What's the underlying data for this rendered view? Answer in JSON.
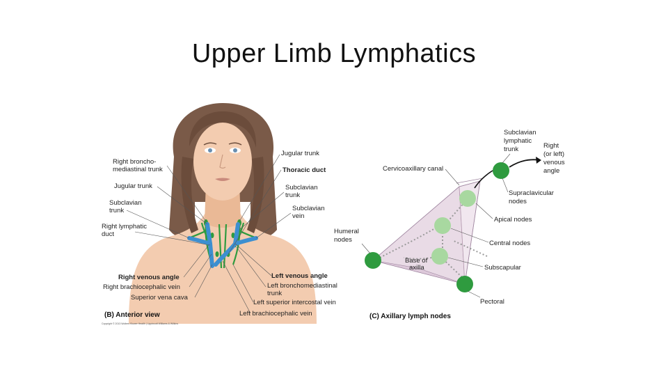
{
  "slide": {
    "title": "Upper Limb Lymphatics"
  },
  "panel_b": {
    "caption": "(B) Anterior view",
    "copyright": "Copyright © 2013 Wolters Kluwer Health | Lippincott Williams & Wilkins",
    "labels": {
      "right_broncho_1": "Right broncho-",
      "right_broncho_2": "mediastinal trunk",
      "jugular_trunk_right": "Jugular trunk",
      "subclavian_trunk_right_1": "Subclavian",
      "subclavian_trunk_right_2": "trunk",
      "right_lymphatic_duct_1": "Right lymphatic",
      "right_lymphatic_duct_2": "duct",
      "right_venous_angle": "Right venous angle",
      "right_brachiocephalic_vein": "Right brachiocephalic vein",
      "superior_vena_cava": "Superior vena cava",
      "jugular_trunk_left": "Jugular trunk",
      "thoracic_duct": "Thoracic duct",
      "subclavian_trunk_left_1": "Subclavian",
      "subclavian_trunk_left_2": "trunk",
      "subclavian_vein_1": "Subclavian",
      "subclavian_vein_2": "vein",
      "left_venous_angle": "Left venous angle",
      "left_broncho_1": "Left bronchomediastinal",
      "left_broncho_2": "trunk",
      "left_superior_intercostal_vein": "Left superior intercostal vein",
      "left_brachiocephalic_vein": "Left brachiocephalic vein"
    }
  },
  "panel_c": {
    "caption": "(C) Axillary lymph nodes",
    "labels": {
      "subclavian_lymphatic_1": "Subclavian",
      "subclavian_lymphatic_2": "lymphatic",
      "subclavian_lymphatic_3": "trunk",
      "right_left_1": "Right",
      "right_left_2": "(or left)",
      "right_left_3": "venous",
      "right_left_4": "angle",
      "cervicoaxillary_canal": "Cervicoaxillary canal",
      "supraclavicular_1": "Supraclavicular",
      "supraclavicular_2": "nodes",
      "apical_nodes": "Apical nodes",
      "humeral_1": "Humeral",
      "humeral_2": "nodes",
      "central_nodes": "Central nodes",
      "base_of_1": "Base of",
      "base_of_2": "axilla",
      "subscapular": "Subscapular",
      "pectoral": "Pectoral"
    }
  },
  "colors": {
    "lymph_green": "#2f9b3f",
    "vein_blue": "#3d8fd0",
    "hair": "#7a5a48",
    "skin": "#f3ccb0",
    "node_light": "#a8d8a0",
    "pyramid": "#e9dbe6"
  }
}
